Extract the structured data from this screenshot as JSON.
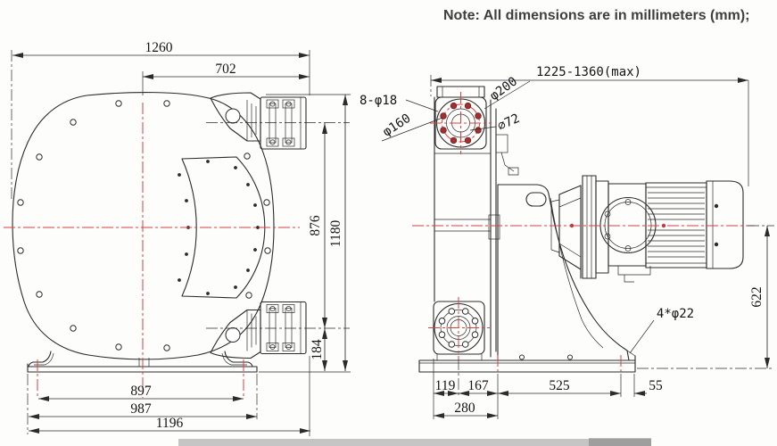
{
  "note": "Note: All dimensions are in millimeters (mm);",
  "front_view": {
    "dims": {
      "overall_width": "1260",
      "center_to_flange": "702",
      "port_centers_vertical": "876",
      "overall_height": "1180",
      "port_to_base": "184",
      "foot_hole_span": "897",
      "base_width": "987",
      "overall_base_width": "1196"
    }
  },
  "side_view": {
    "dims": {
      "overall_length": "1225-1360(max)",
      "flange_bolt_holes": "8-φ18",
      "flange_od": "φ200",
      "bolt_circle": "φ160",
      "hose_bore": "∅72",
      "shaft_height": "622",
      "anchor_holes": "4*φ22",
      "seg_119": "119",
      "seg_167": "167",
      "seg_525": "525",
      "seg_55": "55",
      "seg_280": "280"
    }
  },
  "colors": {
    "line": "#2b2b2b",
    "centerline": "#d84040"
  }
}
